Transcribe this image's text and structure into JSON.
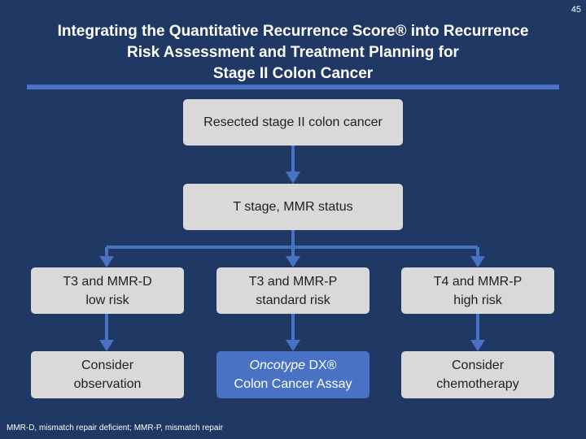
{
  "page_number": "45",
  "title": {
    "line1": "Integrating the Quantitative Recurrence Score® into Recurrence",
    "line2": "Risk Assessment and Treatment Planning for",
    "line3": "Stage II Colon Cancer"
  },
  "flow": {
    "start": "Resected stage II colon cancer",
    "assess": "T stage, MMR status",
    "risk_groups": [
      {
        "line1": "T3 and MMR-D",
        "line2": "low risk"
      },
      {
        "line1": "T3 and MMR-P",
        "line2": "standard risk"
      },
      {
        "line1": "T4 and MMR-P",
        "line2": "high risk"
      }
    ],
    "actions": [
      {
        "line1": "Consider",
        "line2": "observation"
      },
      {
        "line1_italic": "Oncotype",
        "line1_rest": " DX®",
        "line2": "Colon Cancer Assay"
      },
      {
        "line1": "Consider",
        "line2": "chemotherapy"
      }
    ]
  },
  "footnote": "MMR-D, mismatch repair deficient; MMR-P, mismatch repair",
  "colors": {
    "background": "#1f3864",
    "accent": "#4a72c4",
    "box": "#d9d9d9"
  }
}
